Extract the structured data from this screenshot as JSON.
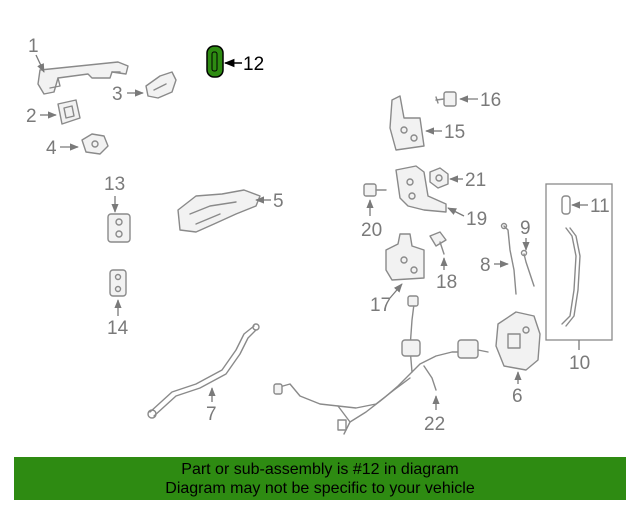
{
  "diagram": {
    "callouts": [
      {
        "id": "1",
        "label": "1"
      },
      {
        "id": "2",
        "label": "2"
      },
      {
        "id": "3",
        "label": "3"
      },
      {
        "id": "4",
        "label": "4"
      },
      {
        "id": "5",
        "label": "5"
      },
      {
        "id": "6",
        "label": "6"
      },
      {
        "id": "7",
        "label": "7"
      },
      {
        "id": "8",
        "label": "8"
      },
      {
        "id": "9",
        "label": "9"
      },
      {
        "id": "10",
        "label": "10"
      },
      {
        "id": "11",
        "label": "11"
      },
      {
        "id": "12",
        "label": "12"
      },
      {
        "id": "13",
        "label": "13"
      },
      {
        "id": "14",
        "label": "14"
      },
      {
        "id": "15",
        "label": "15"
      },
      {
        "id": "16",
        "label": "16"
      },
      {
        "id": "17",
        "label": "17"
      },
      {
        "id": "18",
        "label": "18"
      },
      {
        "id": "19",
        "label": "19"
      },
      {
        "id": "20",
        "label": "20"
      },
      {
        "id": "21",
        "label": "21"
      },
      {
        "id": "22",
        "label": "22"
      }
    ],
    "highlighted_part": "12",
    "highlight_color": "#2e8b12"
  },
  "banner": {
    "line1": "Part or sub-assembly is #12 in diagram",
    "line2": "Diagram may not be specific to your vehicle",
    "background": "#2e8b12"
  }
}
